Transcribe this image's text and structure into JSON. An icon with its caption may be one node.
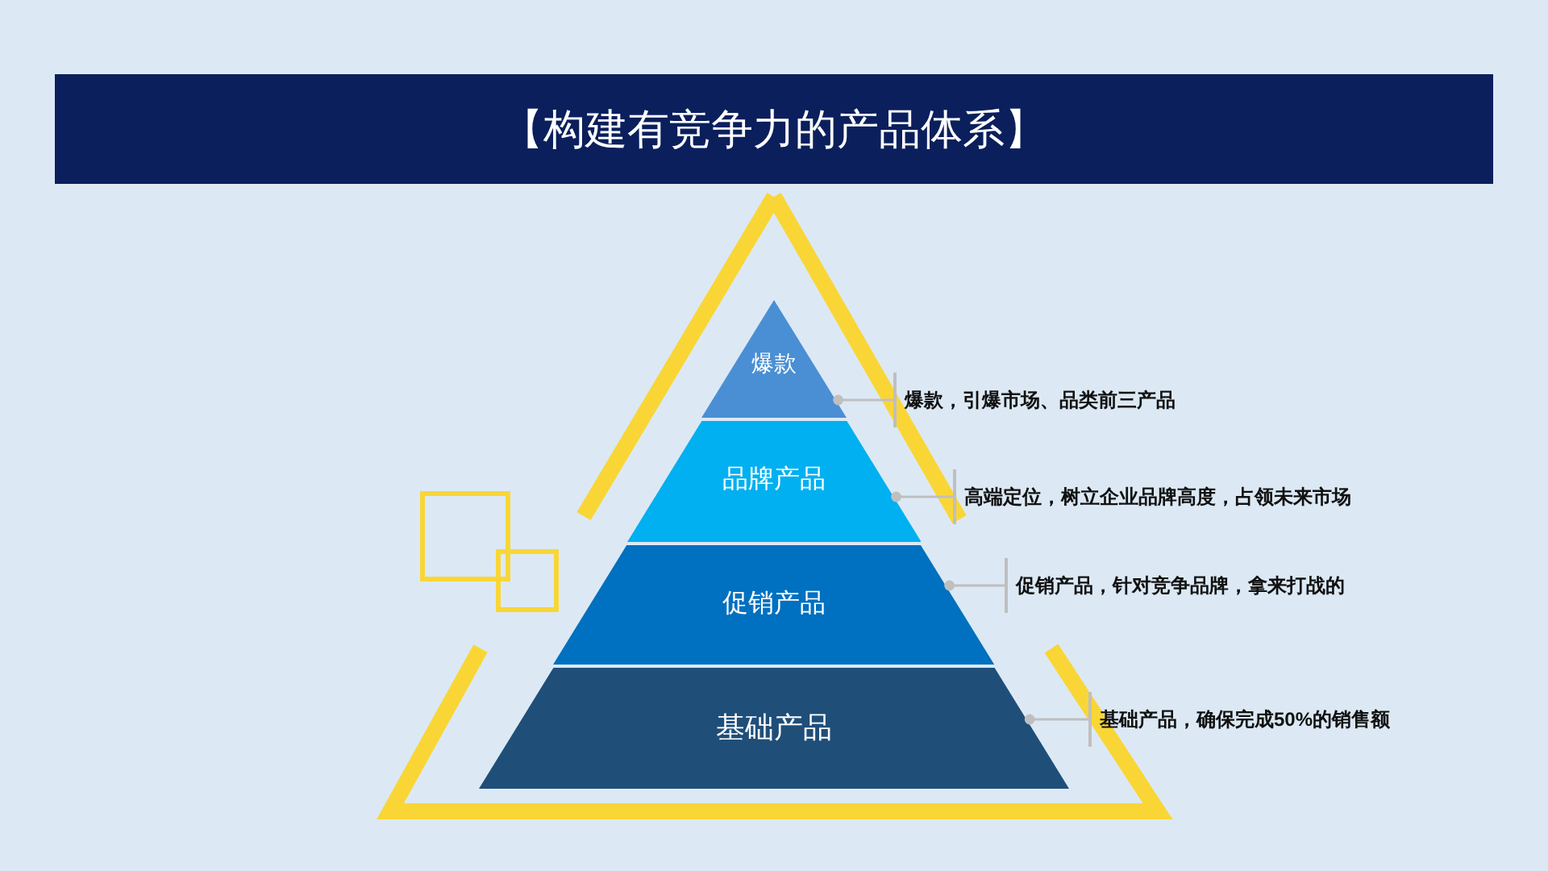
{
  "diagram": {
    "title": "【构建有竞争力的产品体系】",
    "nodes": [
      {
        "text": [
          "爆款"
        ]
      },
      {
        "text": [
          "品牌产品"
        ]
      },
      {
        "text": [
          "促销产品"
        ]
      },
      {
        "text": [
          "基础产品"
        ]
      },
      {
        "text": [
          "爆款，引爆市场、品类前三产品"
        ]
      },
      {
        "text": [
          "高端定位，树立企业品牌高度，占领未来市场"
        ]
      },
      {
        "text": [
          "促销产品，针对竞争品牌，拿来打战的"
        ]
      },
      {
        "text": [
          "基础产品，确保完成50%的销售额"
        ]
      }
    ],
    "edges": [
      {
        "from": 4,
        "to": 0,
        "arrow": "other"
      },
      {
        "from": 5,
        "to": 1,
        "arrow": "other"
      },
      {
        "from": 6,
        "to": 2,
        "arrow": "other"
      },
      {
        "from": 7,
        "to": 3,
        "arrow": "other"
      }
    ]
  }
}
